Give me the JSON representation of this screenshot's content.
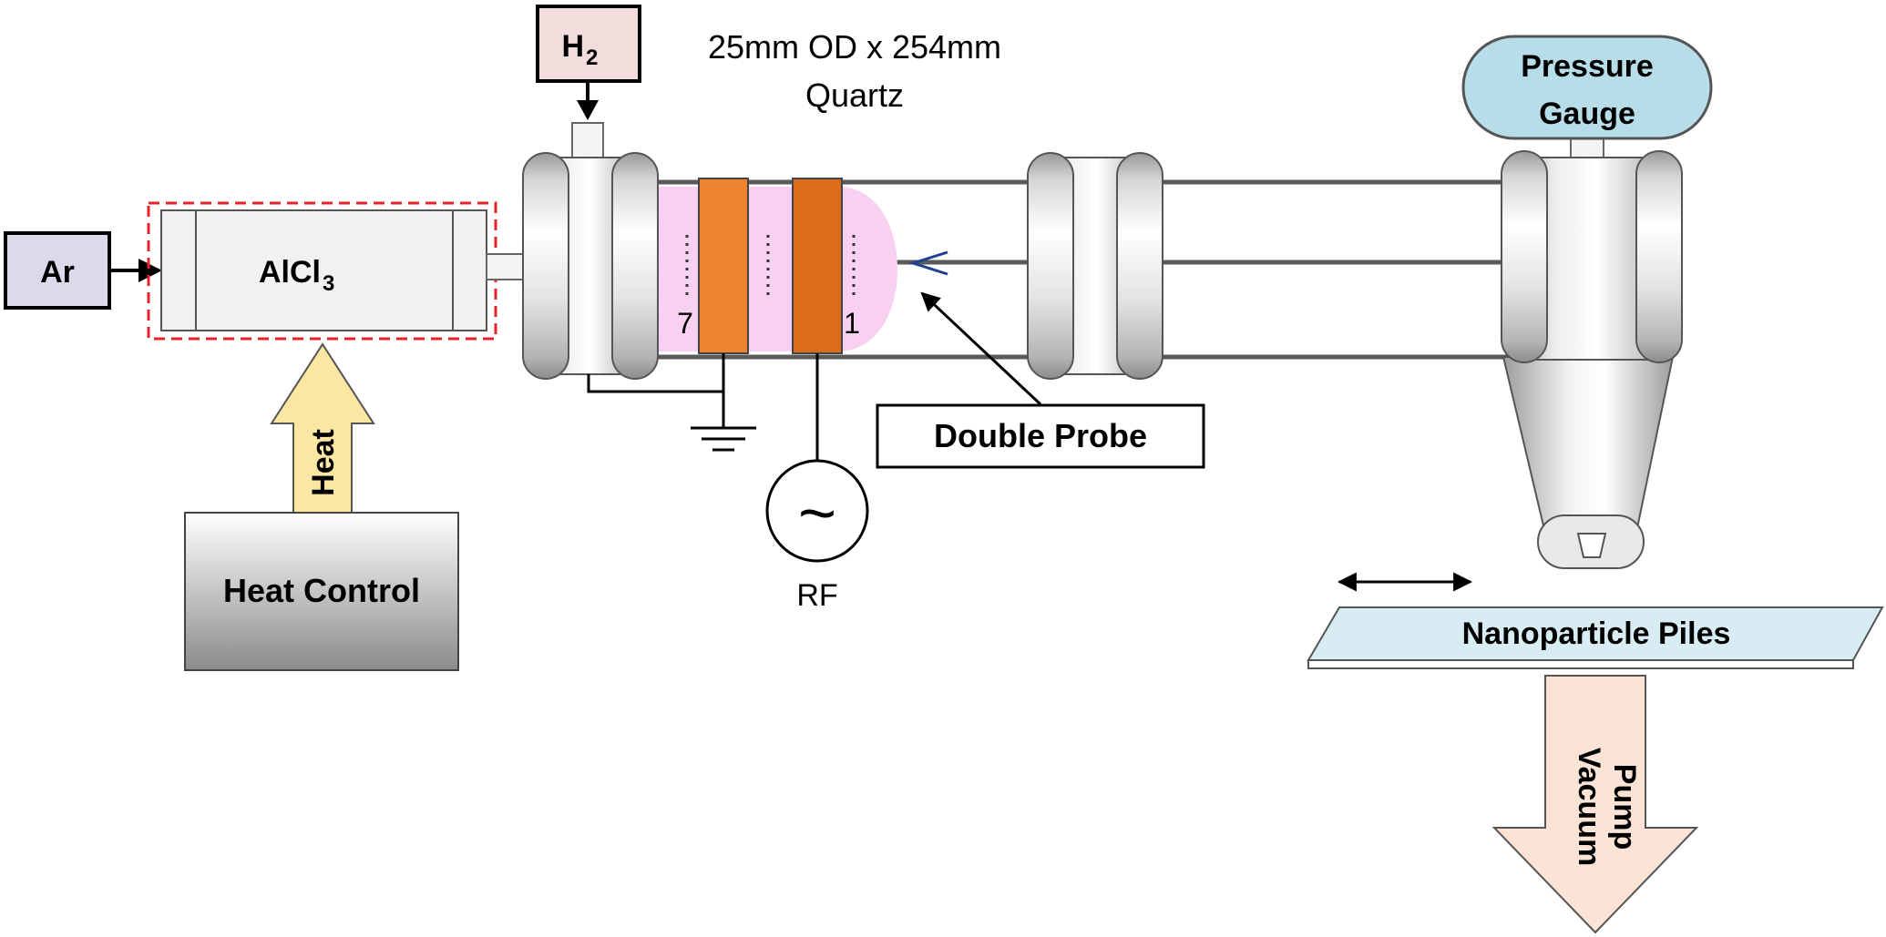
{
  "labels": {
    "ar": "Ar",
    "h2_main": "H",
    "h2_sub": "2",
    "alcl_main": "AlCl",
    "alcl_sub": "3",
    "heat": "Heat",
    "heat_control": "Heat Control",
    "tube_spec_line1": "25mm OD x 254mm",
    "tube_spec_line2": "Quartz",
    "probe_pos_7": "7",
    "probe_pos_1": "1",
    "double_probe": "Double Probe",
    "rf_symbol": "~",
    "rf": "RF",
    "pressure_gauge_line1": "Pressure",
    "pressure_gauge_line2": "Gauge",
    "nanoparticle_piles": "Nanoparticle Piles",
    "vacuum_pump_line1": "Vacuum",
    "vacuum_pump_line2": "Pump"
  },
  "colors": {
    "gas_box_ar": "#ddd9ea",
    "gas_box_h2": "#f3dcdc",
    "heat_arrow": "#fbe6a2",
    "plasma_glow": "#f8d1f2",
    "rf_coil_ground": "#ee8430",
    "rf_coil_powered": "#dd6b1c",
    "pressure_gauge": "#b7dde8",
    "stage_plate": "#d7ecf3",
    "vacuum_arrow": "#fbe4d6",
    "heater_outline": "#e8212b",
    "probe": "#1f3f8f"
  }
}
